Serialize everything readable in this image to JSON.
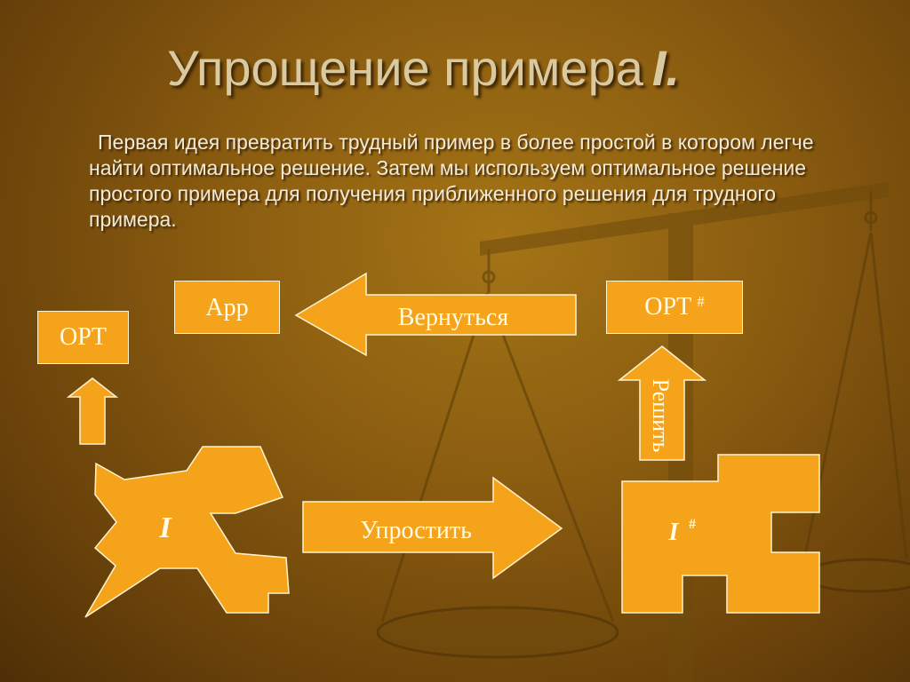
{
  "slide": {
    "title": "Упрощение примера",
    "title_numeral": "I.",
    "body": "Первая идея превратить трудный пример в более простой в котором легче найти оптимальное решение. Затем мы используем оптимальное решение простого примера для получения приближенного решения для трудного примера."
  },
  "diagram": {
    "boxes": {
      "opt": "OPT",
      "app": "App",
      "opt_hash": "OPT",
      "opt_hash_sup": "#"
    },
    "arrows": {
      "back": "Вернуться",
      "simplify": "Упростить",
      "solve": "Решить"
    },
    "shapes": {
      "instance": "I",
      "simple_instance": "I",
      "simple_instance_sup": "#"
    }
  },
  "colors": {
    "accent": "#f5a31a",
    "border": "#fff3d0",
    "background": "#8a5c10"
  }
}
